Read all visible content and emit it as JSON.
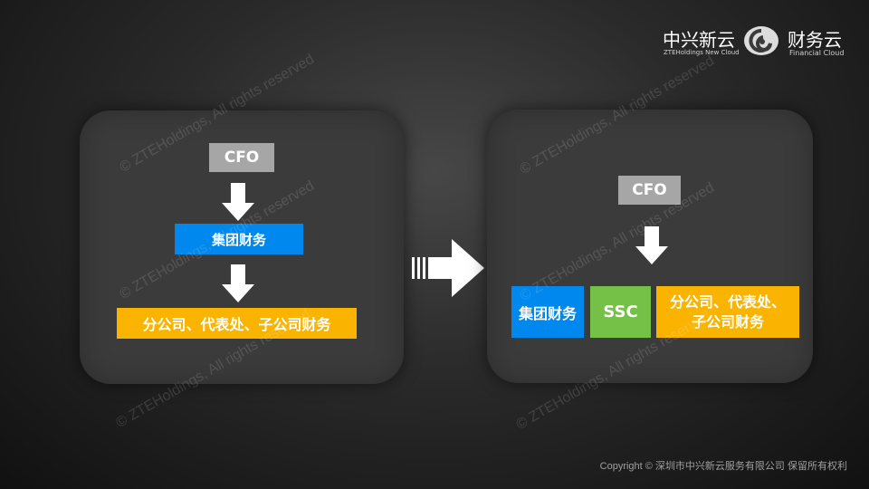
{
  "logo": {
    "company_cn": "中兴新云",
    "company_en": "ZTEHoldings New Cloud",
    "product_cn": "财务云",
    "product_en": "Financial Cloud"
  },
  "watermark": "© ZTEHoldings, All rights reserved",
  "left": {
    "cfo": "CFO",
    "group_finance": "集团财务",
    "branches": "分公司、代表处、子公司财务"
  },
  "right": {
    "cfo": "CFO",
    "group_finance": "集团财务",
    "ssc": "SSC",
    "branches_line1": "分公司、代表处、",
    "branches_line2": "子公司财务"
  },
  "copyright": "Copyright © 深圳市中兴新云服务有限公司 保留所有权利",
  "colors": {
    "cfo": "#a6a6a6",
    "group_finance": "#0088ee",
    "ssc": "#75c047",
    "branches": "#fab400"
  }
}
